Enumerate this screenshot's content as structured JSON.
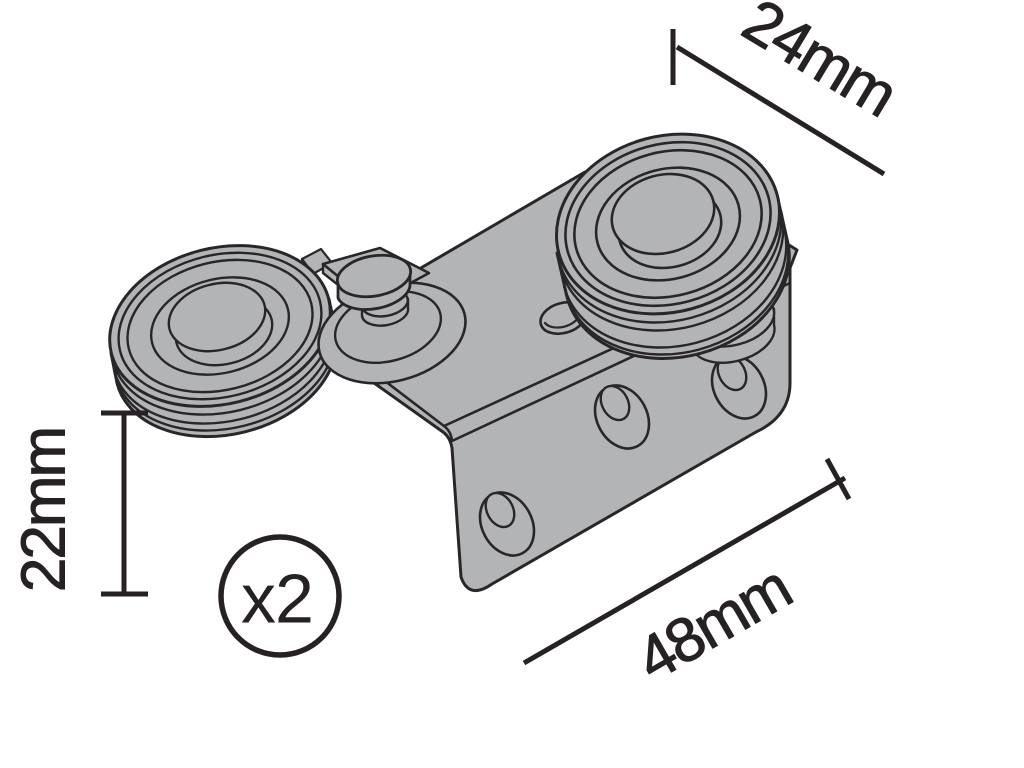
{
  "figure": {
    "type": "technical-illustration",
    "subject": "twin-wheel roller bracket with dimension callouts",
    "quantity_badge": {
      "label": "x2"
    },
    "dimensions": {
      "top_diagonal": {
        "label": "24mm"
      },
      "left_vertical": {
        "label": "22mm"
      },
      "bottom_diagonal": {
        "label": "48mm"
      }
    },
    "colors": {
      "part_fill": "#b3b4b6",
      "outline": "#29262a",
      "dimension_ink": "#262224",
      "background": "#ffffff"
    }
  }
}
